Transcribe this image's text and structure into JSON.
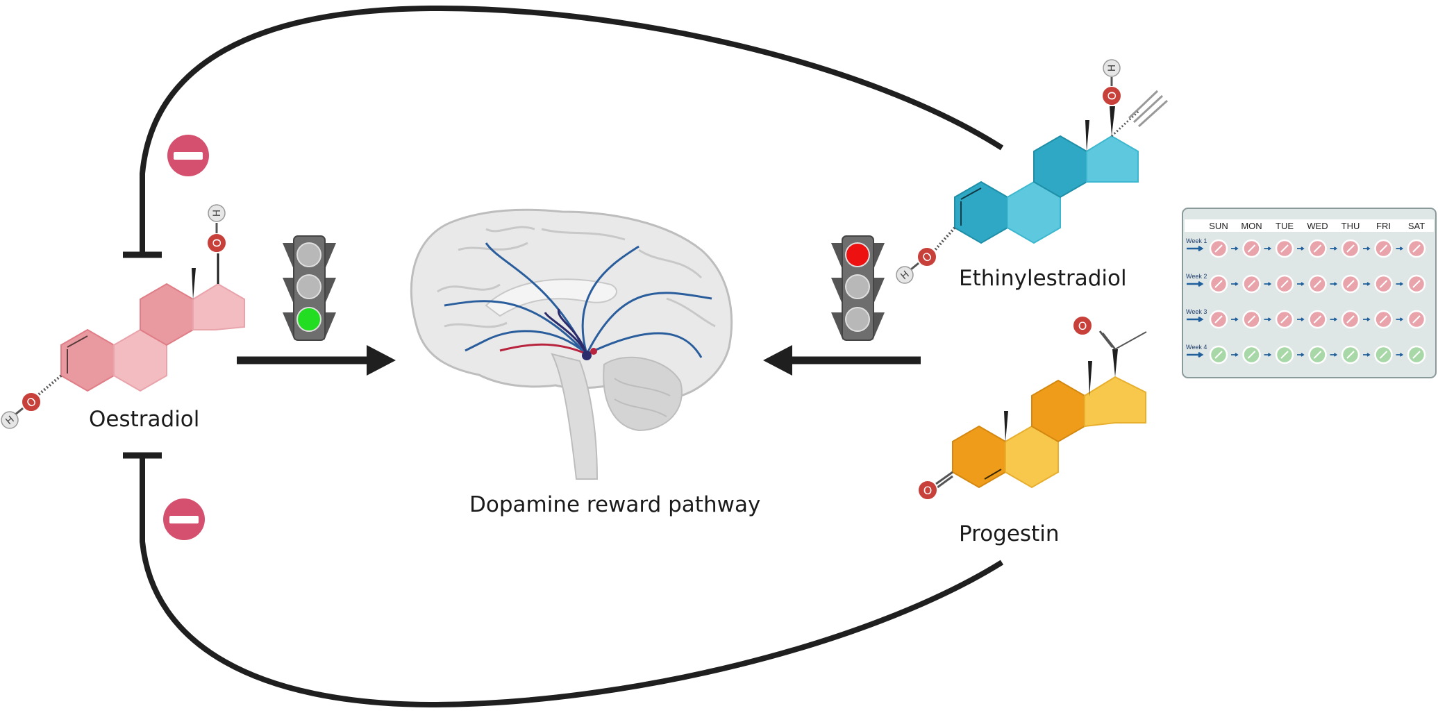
{
  "labels": {
    "oestradiol": "Oestradiol",
    "ethinylestradiol": "Ethinylestradiol",
    "progestin": "Progestin",
    "brain": "Dopamine reward pathway"
  },
  "atoms": {
    "oxygen": "O",
    "hydrogen": "H"
  },
  "pill_pack": {
    "days": [
      "SUN",
      "MON",
      "TUE",
      "WED",
      "THU",
      "FRI",
      "SAT"
    ],
    "weeks": [
      "Week 1",
      "Week 2",
      "Week 3",
      "Week 4"
    ],
    "active_color": "#e8a3ab",
    "placebo_color": "#a8d8a8"
  },
  "traffic_lights": {
    "left": {
      "active": "green"
    },
    "right": {
      "active": "red"
    }
  },
  "colors": {
    "oestradiol": "#e89aa0",
    "ethinylestradiol": "#3cb7cf",
    "progestin": "#f0a820",
    "inhibit": "#d4506e",
    "arrow": "#1f1f1f"
  },
  "icons": {
    "inhibit_top": "minus-circle-icon",
    "inhibit_bottom": "minus-circle-icon",
    "light_left": "traffic-light-icon",
    "light_right": "traffic-light-icon"
  }
}
